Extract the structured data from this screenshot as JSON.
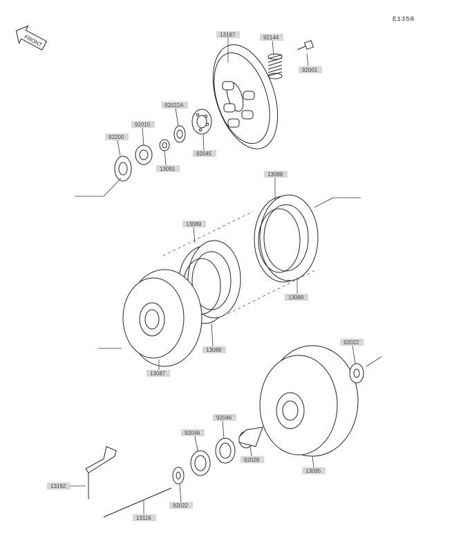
{
  "diagram_code": "E1350",
  "front_label": "FRONT",
  "parts": {
    "p13187": "13187",
    "p92144": "92144",
    "p92001": "92001",
    "p92022A": "92022A",
    "p92015": "92015",
    "p92200": "92200",
    "p92045": "92045",
    "p13091": "13091",
    "p13088a": "13088",
    "p13089a": "13089",
    "p13089b": "13089",
    "p13088b": "13088",
    "p13087": "13087",
    "p92022a": "92022",
    "p92046a": "92046",
    "p92046b": "92046",
    "p92028": "92028",
    "p13095": "13095",
    "p13192": "13192",
    "p92022b": "92022",
    "p13116": "13116"
  }
}
